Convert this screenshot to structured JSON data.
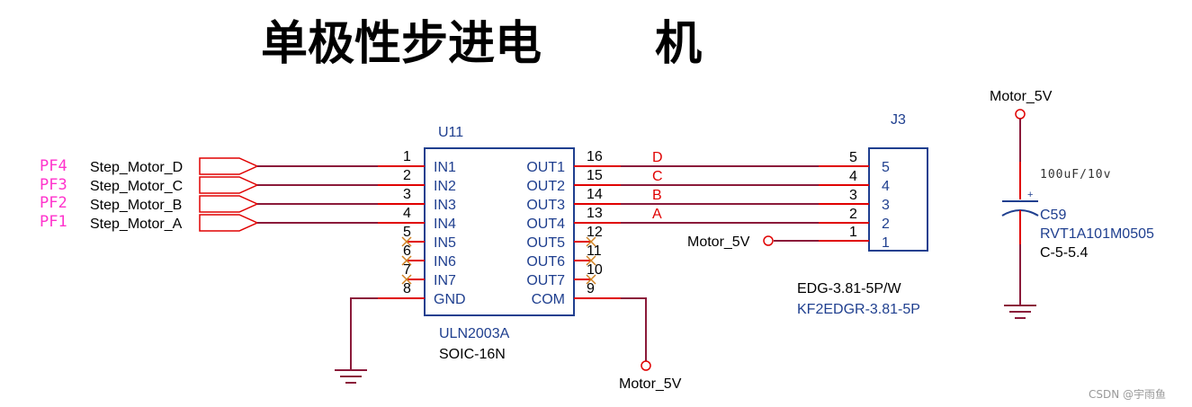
{
  "title": {
    "part1": "单极性步进电",
    "part2": "机"
  },
  "mcu_pins": [
    "PF4",
    "PF3",
    "PF2",
    "PF1"
  ],
  "nets": [
    "Step_Motor_D",
    "Step_Motor_C",
    "Step_Motor_B",
    "Step_Motor_A"
  ],
  "u11": {
    "ref": "U11",
    "part": "ULN2003A",
    "package": "SOIC-16N",
    "left_pins": [
      {
        "num": "1",
        "name": "IN1"
      },
      {
        "num": "2",
        "name": "IN2"
      },
      {
        "num": "3",
        "name": "IN3"
      },
      {
        "num": "4",
        "name": "IN4"
      },
      {
        "num": "5",
        "name": "IN5"
      },
      {
        "num": "6",
        "name": "IN6"
      },
      {
        "num": "7",
        "name": "IN7"
      },
      {
        "num": "8",
        "name": "GND"
      }
    ],
    "right_pins": [
      {
        "num": "16",
        "name": "OUT1"
      },
      {
        "num": "15",
        "name": "OUT2"
      },
      {
        "num": "14",
        "name": "OUT3"
      },
      {
        "num": "13",
        "name": "OUT4"
      },
      {
        "num": "12",
        "name": "OUT5"
      },
      {
        "num": "11",
        "name": "OUT6"
      },
      {
        "num": "10",
        "name": "OUT7"
      },
      {
        "num": "9",
        "name": "COM"
      }
    ]
  },
  "phase_labels": [
    "D",
    "C",
    "B",
    "A"
  ],
  "j3": {
    "ref": "J3",
    "part": "EDG-3.81-5P/W",
    "footprint": "KF2EDGR-3.81-5P",
    "pins": [
      "5",
      "4",
      "3",
      "2",
      "1"
    ]
  },
  "power": {
    "motor_5v": "Motor_5V"
  },
  "c59": {
    "ref": "C59",
    "value": "100uF/10v",
    "part": "RVT1A101M0505",
    "package": "C-5-5.4",
    "polarity": "+"
  },
  "watermark": "CSDN @宇雨鱼"
}
